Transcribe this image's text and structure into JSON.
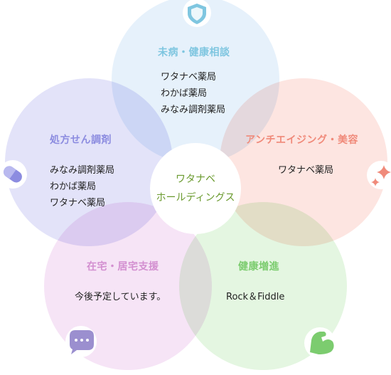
{
  "center": {
    "line1": "ワタナベ",
    "line2": "ホールディングス"
  },
  "sections": {
    "top": {
      "title": "未病・健康相談",
      "items": [
        "ワタナベ薬局",
        "わかば薬局",
        "みなみ調剤薬局"
      ],
      "color": "#7fc6e0",
      "icon": "shield-icon"
    },
    "right": {
      "title": "アンチエイジング・美容",
      "items": [
        "ワタナベ薬局"
      ],
      "color": "#f08a7a",
      "icon": "sparkle-icon"
    },
    "bottomRight": {
      "title": "健康増進",
      "items": [
        "Rock＆Fiddle"
      ],
      "color": "#7ccc6f",
      "icon": "muscle-icon"
    },
    "bottomLeft": {
      "title": "在宅・居宅支援",
      "items": [
        "今後予定しています。"
      ],
      "color": "#d38fd0",
      "icon": "chat-bubble-icon"
    },
    "left": {
      "title": "処方せん調剤",
      "items": [
        "みなみ調剤薬局",
        "わかば薬局",
        "ワタナベ薬局"
      ],
      "color": "#8c8ce0",
      "icon": "pill-icon"
    }
  }
}
